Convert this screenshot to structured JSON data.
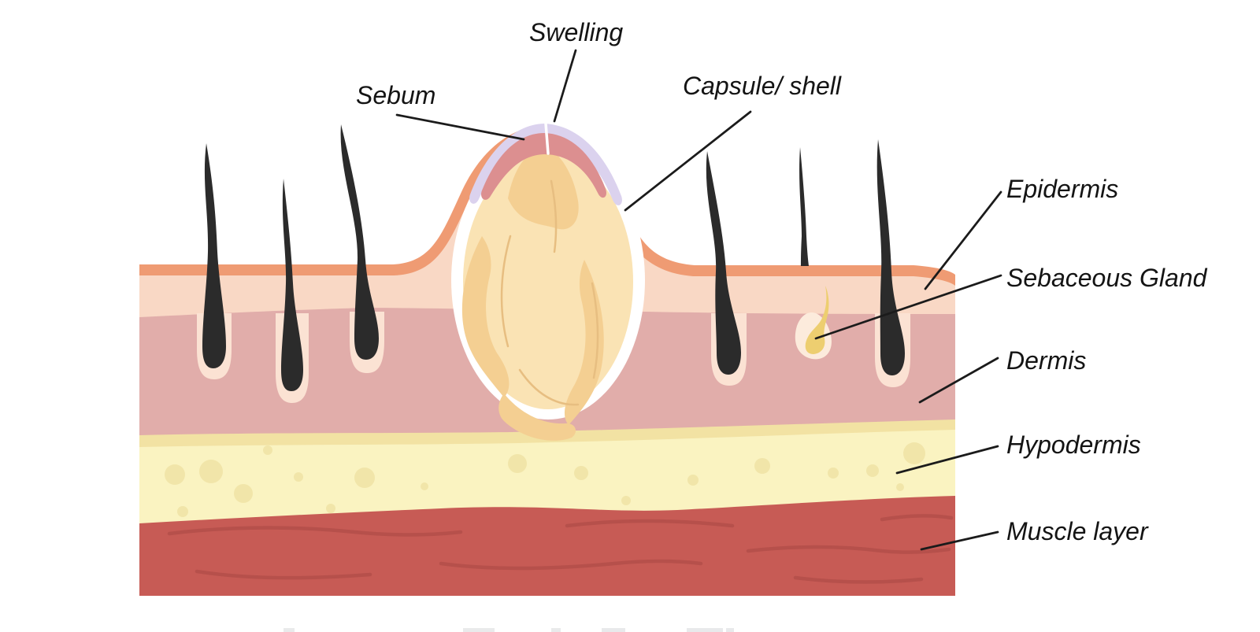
{
  "labels": {
    "swelling": "Swelling",
    "sebum": "Sebum",
    "capsule": "Capsule/ shell",
    "epidermis": "Epidermis",
    "sebaceous_gland": "Sebaceous Gland",
    "dermis": "Dermis",
    "hypodermis": "Hypodermis",
    "muscle": "Muscle layer"
  },
  "palette": {
    "background": "#FFFFFF",
    "stratum_corneum": "#EF9B73",
    "epidermis": "#F9D8C5",
    "dermis": "#E1ADAA",
    "hypodermis_band": "#F2E2A3",
    "hypodermis": "#FAF3C1",
    "fat_blob": "#F1E5A9",
    "muscle": "#C75B55",
    "muscle_streak": "#B6504B",
    "hair": "#2B2B2B",
    "follicle": "#FBE2D3",
    "capsule_shell": "#FFFFFF",
    "sebum_fill": "#FAE3B4",
    "sebum_marble": "#F4CF92",
    "marble_line": "#E7BE81",
    "rose_cap": "#DC8F90",
    "swelling_halo": "#DBD2EE",
    "gland": "#EDCE70",
    "gland_pocket": "#FCEBDC",
    "leader_line": "#1B1B1B",
    "label_text": "#141414"
  }
}
